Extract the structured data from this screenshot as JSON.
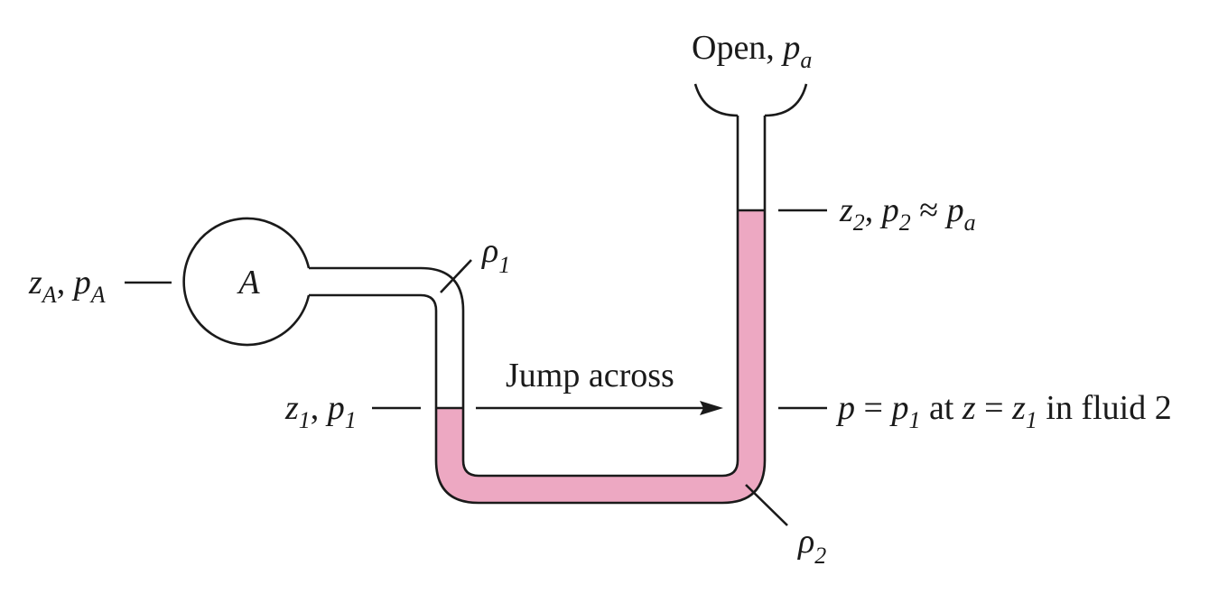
{
  "colors": {
    "fluid2": "#EDA8C2",
    "stroke": "#1a1a1a",
    "background": "#ffffff"
  },
  "labels": {
    "open_word": "Open,",
    "open_p": "p",
    "open_p_sub": "a",
    "vessel": "A",
    "zA": "z",
    "zA_sub": "A",
    "pA": "p",
    "pA_sub": "A",
    "rho1": "ρ",
    "rho1_sub": "1",
    "rho2": "ρ",
    "rho2_sub": "2",
    "z1": "z",
    "z1_sub": "1",
    "p1": "p",
    "p1_sub": "1",
    "z2": "z",
    "z2_sub": "2",
    "p2": "p",
    "p2_sub": "2",
    "approx": "≈",
    "pa": "p",
    "pa_sub": "a",
    "jump": "Jump across",
    "eq_p": "p",
    "eq_eq1": " = ",
    "eq_p1": "p",
    "eq_p1_sub": "1",
    "eq_at": " at ",
    "eq_z": "z",
    "eq_eq2": " = ",
    "eq_z1": "z",
    "eq_z1_sub": "1",
    "eq_tail": " in fluid 2"
  }
}
